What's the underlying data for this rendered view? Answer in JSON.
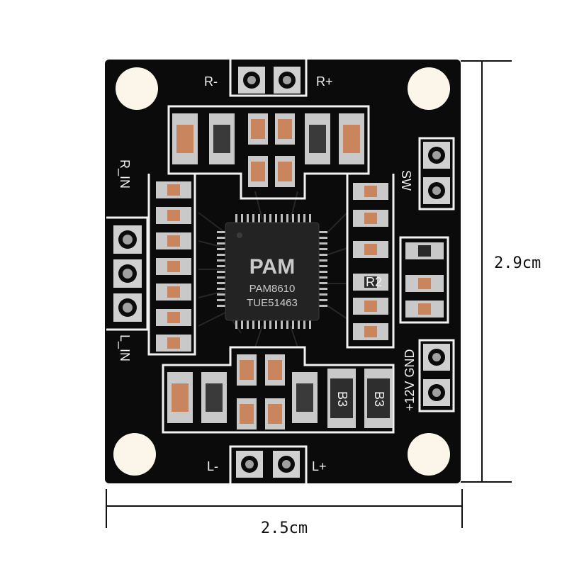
{
  "colors": {
    "board": "#0b0b0b",
    "silkscreen": "#f2f2f2",
    "hole": "#fbf6e9",
    "pad": "#c9c9c9",
    "chip": "#232323",
    "capacitor": "#c8855e",
    "resistor": "#3a3a3a",
    "dimension_line": "#111111"
  },
  "dimensions": {
    "width_label": "2.5cm",
    "height_label": "2.9cm"
  },
  "chip": {
    "logo": "PAM",
    "model": "PAM8610",
    "code": "TUE51463"
  },
  "silkscreen": {
    "r_minus": "R-",
    "r_plus": "R+",
    "l_minus": "L-",
    "l_plus": "L+",
    "r_in": "R_IN",
    "l_in": "L_IN",
    "sw": "SW",
    "power": "+12V GND",
    "b3_left": "B3",
    "b3_right": "B3",
    "r2": "R2"
  }
}
